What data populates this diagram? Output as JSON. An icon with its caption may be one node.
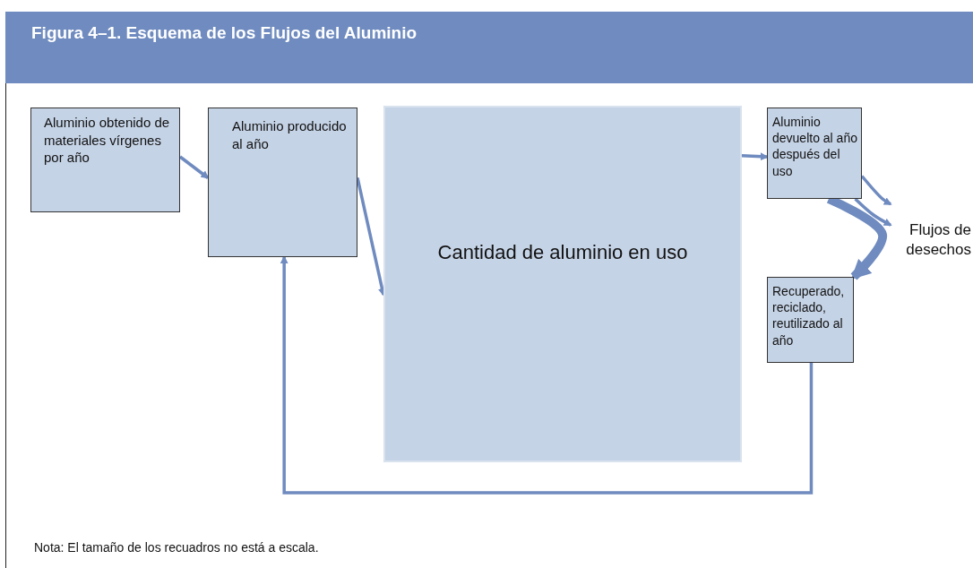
{
  "diagram": {
    "title": "Figura 4–1. Esquema de los Flujos del Aluminio",
    "caption": "Nota: El tamaño de los recuadros no está a escala.",
    "nodes": [
      {
        "text": [
          "Aluminio obtenido de materiales vírgenes por año"
        ]
      },
      {
        "text": [
          "Aluminio producido al año"
        ]
      },
      {
        "text": [
          "Cantidad de aluminio en uso"
        ]
      },
      {
        "text": [
          "Aluminio devuelto al año después del uso"
        ]
      },
      {
        "text": [
          "Flujos de desechos"
        ]
      },
      {
        "text": [
          "Recuperado, reciclado, reutilizado al año"
        ]
      }
    ],
    "edges": [
      {
        "from": 0,
        "to": 1,
        "arrow": "to"
      },
      {
        "from": 1,
        "to": 2,
        "arrow": "to"
      },
      {
        "from": 2,
        "to": 3,
        "arrow": "to"
      },
      {
        "from": 3,
        "to": 4,
        "arrow": "to"
      },
      {
        "from": 3,
        "to": 4,
        "arrow": "to"
      },
      {
        "from": 3,
        "to": 5,
        "arrow": "to",
        "style": "thick"
      },
      {
        "from": 5,
        "to": 1,
        "arrow": "to"
      }
    ]
  }
}
